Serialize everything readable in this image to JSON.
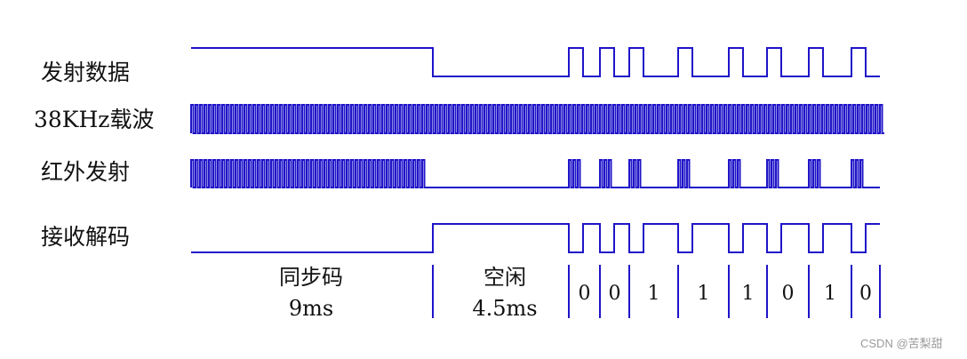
{
  "rows": {
    "send_data": "发射数据",
    "carrier": "38KHz载波",
    "ir_emit": "红外发射",
    "decode": "接收解码"
  },
  "phases": {
    "sync_title": "同步码",
    "sync_time": "9ms",
    "idle_title": "空闲",
    "idle_time": "4.5ms"
  },
  "bits": [
    "0",
    "0",
    "1",
    "1",
    "1",
    "0",
    "1",
    "0"
  ],
  "watermark": "CSDN @苦梨甜",
  "colors": {
    "wave": "#1f14c8",
    "text": "#111111"
  }
}
